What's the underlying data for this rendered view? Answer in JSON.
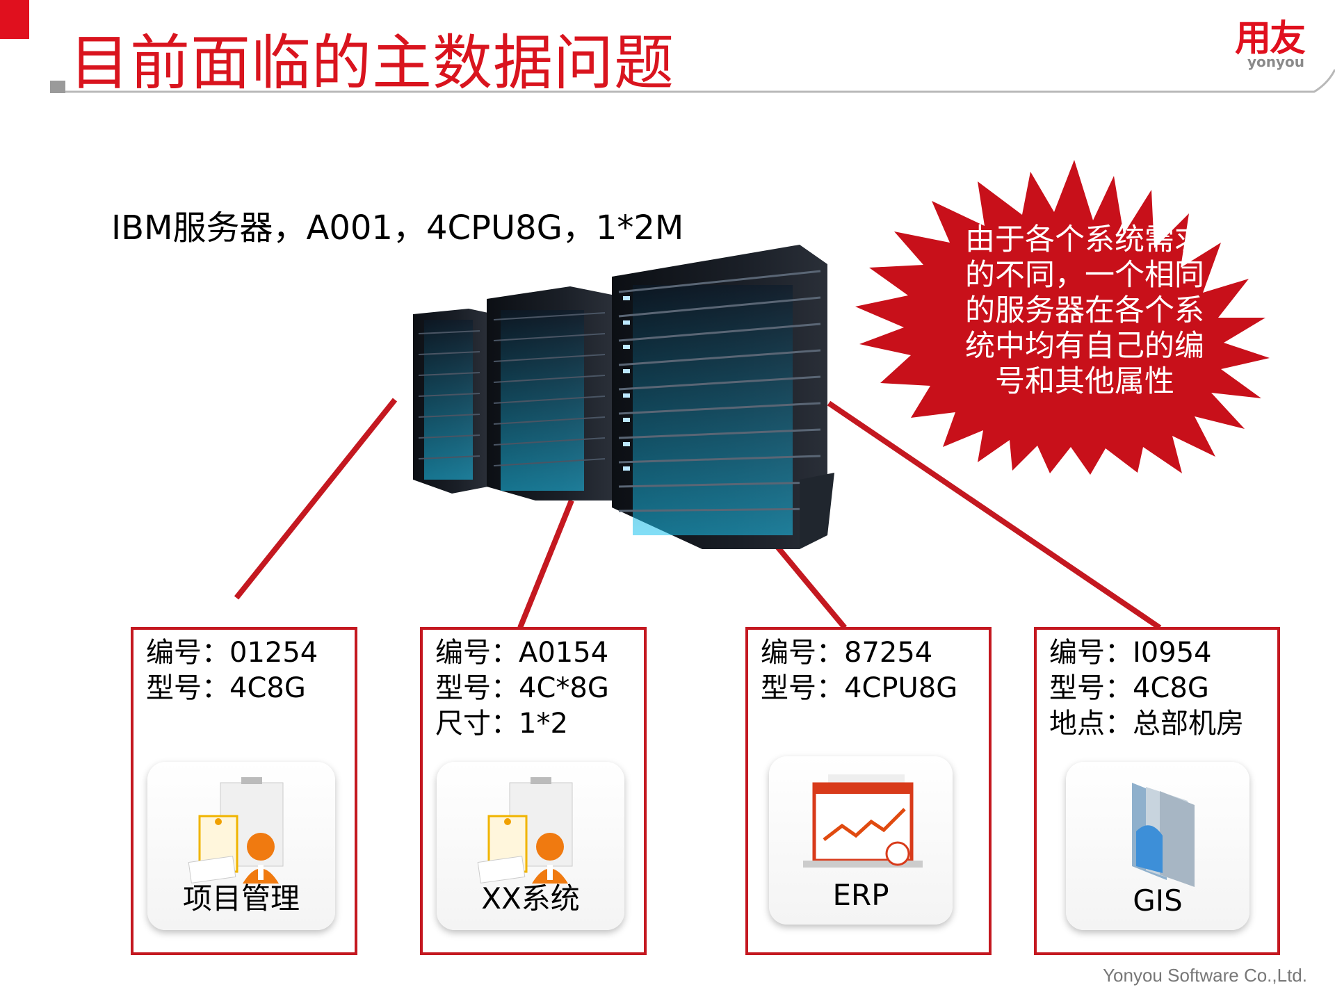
{
  "header": {
    "title": "目前面临的主数据问题",
    "logo_cn": "用友",
    "logo_en": "yonyou"
  },
  "server": {
    "spec": "IBM服务器，A001，4CPU8G，1*2M"
  },
  "callout": {
    "lines": [
      "由于各个系统需求",
      "的不同，一个相同",
      "的服务器在各个系",
      "统中均有自己的编",
      "号和其他属性"
    ]
  },
  "cards": [
    {
      "lines": [
        "编号：01254",
        "型号：4C8G"
      ],
      "app": "项目管理",
      "icon": "project-management-icon"
    },
    {
      "lines": [
        "编号：A0154",
        "型号：4C*8G",
        "尺寸：1*2"
      ],
      "app": "XX系统",
      "icon": "xx-system-icon"
    },
    {
      "lines": [
        "编号：87254",
        "型号：4CPU8G"
      ],
      "app": "ERP",
      "icon": "erp-chart-icon"
    },
    {
      "lines": [
        "编号：I0954",
        "型号：4C8G",
        "地点：总部机房"
      ],
      "app": "GIS",
      "icon": "gis-book-icon"
    }
  ],
  "footer": {
    "company": "Yonyou Software Co.,Ltd."
  },
  "colors": {
    "brand_red": "#d9141e",
    "line_red": "#c41820",
    "burst_red": "#c8101a"
  }
}
